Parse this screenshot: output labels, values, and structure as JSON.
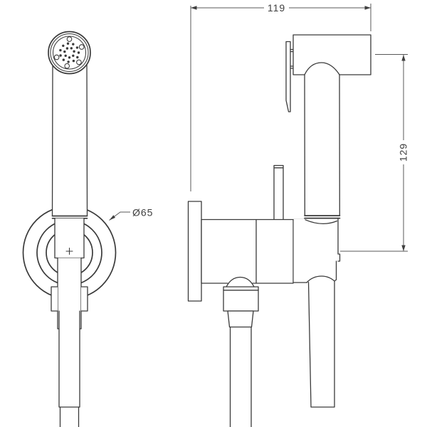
{
  "drawing": {
    "dimensions": {
      "width": {
        "value": "119"
      },
      "height": {
        "value": "129"
      },
      "bracket_diameter": {
        "value": "Ø65"
      }
    },
    "colors": {
      "background": "#ffffff",
      "line": "#3a3a3a",
      "dimension_line": "#585858",
      "text": "#404040"
    }
  }
}
